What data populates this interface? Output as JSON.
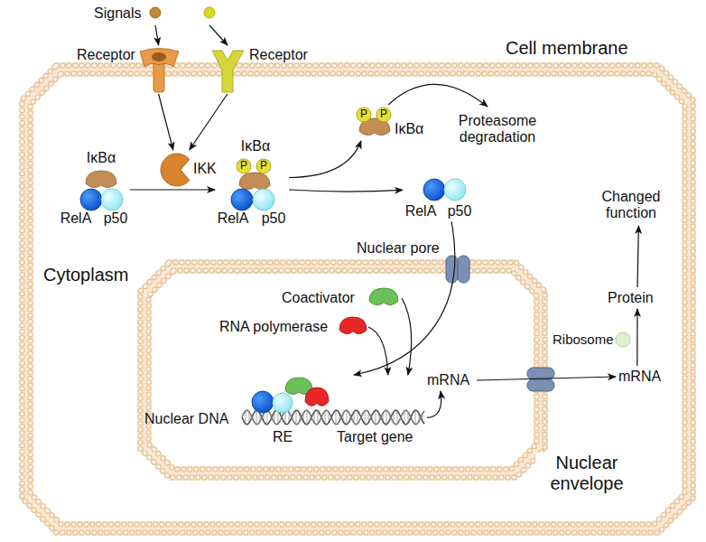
{
  "diagram": {
    "nodes": [
      {
        "text": [
          "Cell membrane",
          "Cytoplasm"
        ]
      },
      {
        "text": [
          "Nuclear envelope"
        ],
        "in": 0
      },
      {
        "text": [
          "Signals"
        ]
      },
      {
        "text": [
          "Receptor"
        ],
        "in": 0
      },
      {
        "text": [
          "Receptor"
        ],
        "in": 0
      },
      {
        "text": [
          "IKK"
        ],
        "in": 0
      },
      {
        "text": [
          "IκBα",
          "RelA",
          "p50"
        ],
        "in": 0
      },
      {
        "text": [
          "IκBα",
          "P",
          "P",
          "RelA",
          "p50"
        ],
        "in": 0
      },
      {
        "text": [
          "P",
          "P",
          "IκBα"
        ],
        "in": 0
      },
      {
        "text": [
          "Proteasome degradation"
        ],
        "in": 0
      },
      {
        "text": [
          "RelA",
          "p50"
        ],
        "in": 0
      },
      {
        "text": [
          "Nuclear pore"
        ],
        "in": 0
      },
      {
        "text": [
          "Coactivator"
        ],
        "in": 1
      },
      {
        "text": [
          "RNA polymerase"
        ],
        "in": 1
      },
      {
        "text": [
          "Nuclear DNA",
          "RE",
          "Target gene"
        ],
        "in": 1
      },
      {
        "text": [
          "mRNA"
        ],
        "in": 1
      },
      {
        "text": [
          "mRNA"
        ],
        "in": 0
      },
      {
        "text": [
          "Ribosome"
        ],
        "in": 0
      },
      {
        "text": [
          "Protein"
        ],
        "in": 0
      },
      {
        "text": [
          "Changed function"
        ],
        "in": 0
      }
    ],
    "edges": [
      {
        "from": 2,
        "to": 3,
        "arrow": "to"
      },
      {
        "from": 2,
        "to": 4,
        "arrow": "to"
      },
      {
        "from": 3,
        "to": 5,
        "arrow": "to"
      },
      {
        "from": 4,
        "to": 5,
        "arrow": "to"
      },
      {
        "from": 6,
        "to": 7,
        "arrow": "to"
      },
      {
        "from": 7,
        "to": 8,
        "arrow": "to"
      },
      {
        "from": 8,
        "to": 9,
        "arrow": "to"
      },
      {
        "from": 7,
        "to": 10,
        "arrow": "to"
      },
      {
        "from": 10,
        "to": 14,
        "arrow": "to"
      },
      {
        "from": 12,
        "to": 14,
        "arrow": "to"
      },
      {
        "from": 13,
        "to": 14,
        "arrow": "to"
      },
      {
        "from": 14,
        "to": 15,
        "arrow": "to"
      },
      {
        "from": 15,
        "to": 16,
        "arrow": "to"
      },
      {
        "from": 16,
        "to": 18,
        "arrow": "to"
      },
      {
        "from": 18,
        "to": 19,
        "arrow": "to"
      }
    ]
  }
}
